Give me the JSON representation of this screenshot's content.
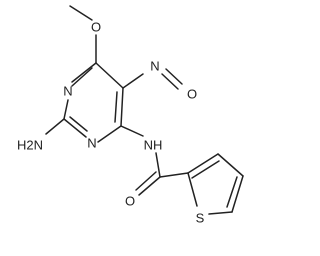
{
  "molecule": {
    "atoms": {
      "methoxy_o": "O",
      "ring_n_upper": "N",
      "ring_n_lower": "N",
      "nitroso_n": "N",
      "nitroso_o": "O",
      "amine": "H2N",
      "amide_nh": "NH",
      "carbonyl_o": "O",
      "thiophene_s": "S"
    }
  }
}
